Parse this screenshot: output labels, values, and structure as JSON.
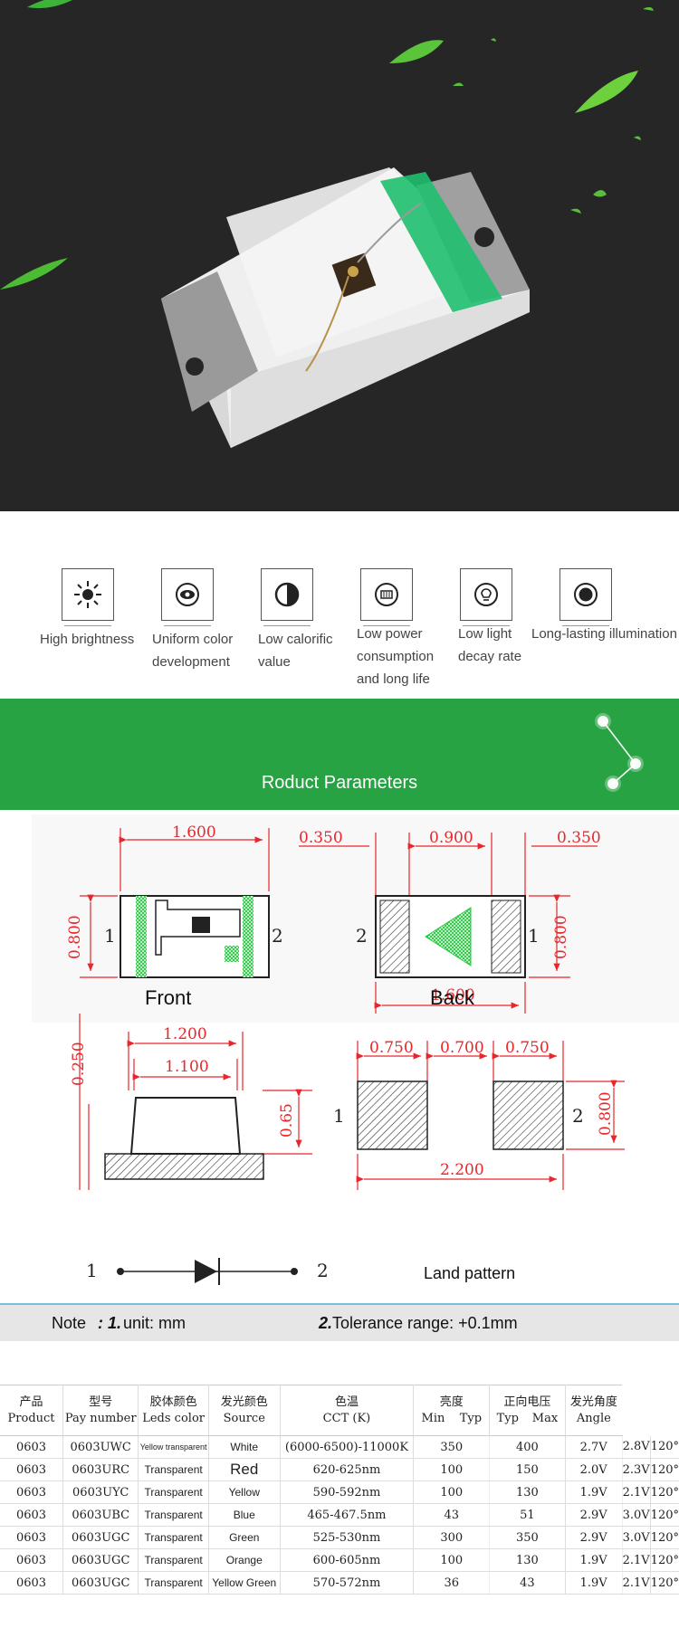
{
  "features": [
    {
      "icon": "sun-icon",
      "label": "High brightness"
    },
    {
      "icon": "eye-icon",
      "label": "Uniform color\ndevelopment"
    },
    {
      "icon": "half-circle-icon",
      "label": "Low calorific\nvalue"
    },
    {
      "icon": "battery-icon",
      "label": "Low power\nconsumption\nand long life"
    },
    {
      "icon": "bulb-icon",
      "label": "Low light\ndecay rate"
    },
    {
      "icon": "target-icon",
      "label": "Long-lasting illumination"
    }
  ],
  "banner": {
    "title": "Roduct Parameters"
  },
  "drawings": {
    "front_label": "Front",
    "back_label": "Back",
    "land_label": "Land pattern",
    "dims": {
      "front_width": "1.600",
      "front_height": "0.800",
      "back_left": "0.350",
      "back_mid": "0.900",
      "back_right": "0.350",
      "back_height": "0.800",
      "back_width": "1.600",
      "side_top": "1.200",
      "side_inner": "1.100",
      "side_height": "0.250",
      "side_body": "0.65",
      "land_left": "0.750",
      "land_mid": "0.700",
      "land_right": "0.750",
      "land_height": "0.800",
      "land_width": "2.200"
    },
    "pins": {
      "one": "1",
      "two": "2"
    }
  },
  "note": {
    "prefix": "Note ",
    "n1": ": 1.",
    "t1": " unit: mm",
    "n2": "2.",
    "t2": " Tolerance range: +0.1mm"
  },
  "table": {
    "headers": [
      {
        "cn": "产品",
        "en": "Product"
      },
      {
        "cn": "型号",
        "en": "Pay number"
      },
      {
        "cn": "胶体颜色",
        "en": "Leds color"
      },
      {
        "cn": "发光颜色",
        "en": "Source"
      },
      {
        "cn": "色温",
        "en": "CCT (K)"
      },
      {
        "cn": "亮度",
        "sub": [
          "Min",
          "Typ"
        ]
      },
      {
        "cn": "正向电压",
        "sub": [
          "Typ",
          "Max"
        ]
      },
      {
        "cn": "发光角度",
        "en": "Angle"
      }
    ],
    "rows": [
      [
        "0603",
        "0603UWC",
        "Yellow transparent",
        "White",
        "(6000-6500)-11000K",
        "350",
        "400",
        "2.7V",
        "2.8V",
        "120°"
      ],
      [
        "0603",
        "0603URC",
        "Transparent",
        "Red",
        "620-625nm",
        "100",
        "150",
        "2.0V",
        "2.3V",
        "120°"
      ],
      [
        "0603",
        "0603UYC",
        "Transparent",
        "Yellow",
        "590-592nm",
        "100",
        "130",
        "1.9V",
        "2.1V",
        "120°"
      ],
      [
        "0603",
        "0603UBC",
        "Transparent",
        "Blue",
        "465-467.5nm",
        "43",
        "51",
        "2.9V",
        "3.0V",
        "120°"
      ],
      [
        "0603",
        "0603UGC",
        "Transparent",
        "Green",
        "525-530nm",
        "300",
        "350",
        "2.9V",
        "3.0V",
        "120°"
      ],
      [
        "0603",
        "0603UGC",
        "Transparent",
        "Orange",
        "600-605nm",
        "100",
        "130",
        "1.9V",
        "2.1V",
        "120°"
      ],
      [
        "0603",
        "0603UGC",
        "Transparent",
        "Yellow Green",
        "570-572nm",
        "36",
        "43",
        "1.9V",
        "2.1V",
        "120°"
      ]
    ]
  },
  "colors": {
    "accent": "#27a343",
    "dim_red": "#e8262b",
    "hatch_green": "#21c93c"
  }
}
